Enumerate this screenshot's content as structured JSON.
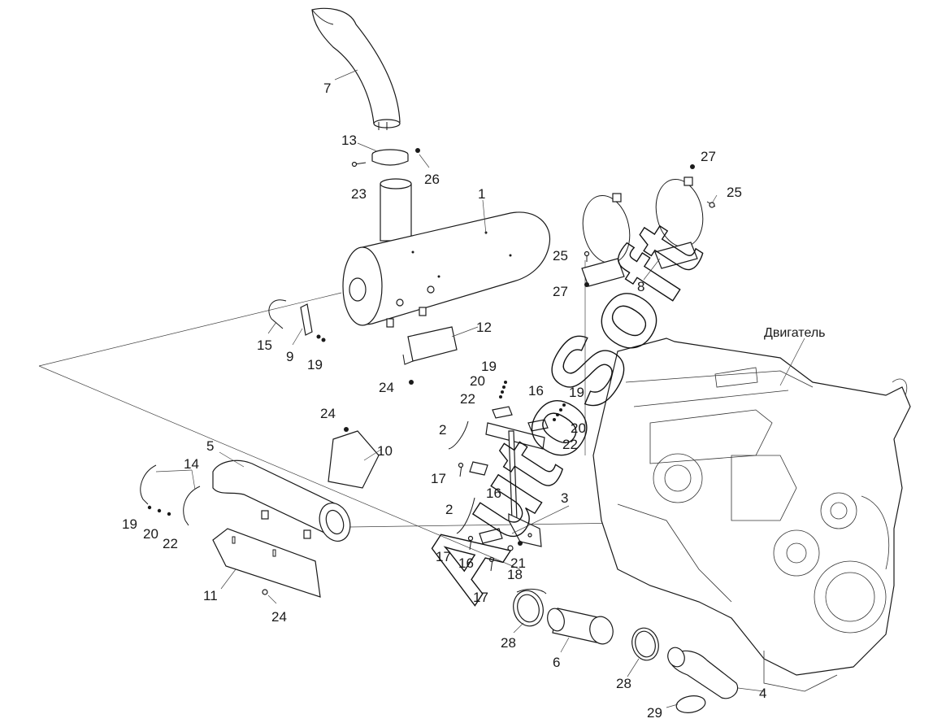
{
  "watermark": "AutoSoft",
  "engine_label": "Двигатель",
  "callouts": [
    {
      "id": "c1",
      "text": "1"
    },
    {
      "id": "c2a",
      "text": "2"
    },
    {
      "id": "c2b",
      "text": "2"
    },
    {
      "id": "c3",
      "text": "3"
    },
    {
      "id": "c4",
      "text": "4"
    },
    {
      "id": "c5",
      "text": "5"
    },
    {
      "id": "c6",
      "text": "6"
    },
    {
      "id": "c7",
      "text": "7"
    },
    {
      "id": "c8",
      "text": "8"
    },
    {
      "id": "c9",
      "text": "9"
    },
    {
      "id": "c10",
      "text": "10"
    },
    {
      "id": "c11",
      "text": "11"
    },
    {
      "id": "c12",
      "text": "12"
    },
    {
      "id": "c13",
      "text": "13"
    },
    {
      "id": "c14",
      "text": "14"
    },
    {
      "id": "c15",
      "text": "15"
    },
    {
      "id": "c16a",
      "text": "16"
    },
    {
      "id": "c16b",
      "text": "16"
    },
    {
      "id": "c16c",
      "text": "16"
    },
    {
      "id": "c17a",
      "text": "17"
    },
    {
      "id": "c17b",
      "text": "17"
    },
    {
      "id": "c17c",
      "text": "17"
    },
    {
      "id": "c18",
      "text": "18"
    },
    {
      "id": "c19a",
      "text": "19"
    },
    {
      "id": "c19b",
      "text": "19"
    },
    {
      "id": "c19c",
      "text": "19"
    },
    {
      "id": "c19d",
      "text": "19"
    },
    {
      "id": "c20a",
      "text": "20"
    },
    {
      "id": "c20b",
      "text": "20"
    },
    {
      "id": "c20c",
      "text": "20"
    },
    {
      "id": "c21",
      "text": "21"
    },
    {
      "id": "c22a",
      "text": "22"
    },
    {
      "id": "c22b",
      "text": "22"
    },
    {
      "id": "c22c",
      "text": "22"
    },
    {
      "id": "c23",
      "text": "23"
    },
    {
      "id": "c24a",
      "text": "24"
    },
    {
      "id": "c24b",
      "text": "24"
    },
    {
      "id": "c24c",
      "text": "24"
    },
    {
      "id": "c25a",
      "text": "25"
    },
    {
      "id": "c25b",
      "text": "25"
    },
    {
      "id": "c26",
      "text": "26"
    },
    {
      "id": "c27a",
      "text": "27"
    },
    {
      "id": "c27b",
      "text": "27"
    },
    {
      "id": "c28a",
      "text": "28"
    },
    {
      "id": "c28b",
      "text": "28"
    },
    {
      "id": "c29",
      "text": "29"
    }
  ]
}
